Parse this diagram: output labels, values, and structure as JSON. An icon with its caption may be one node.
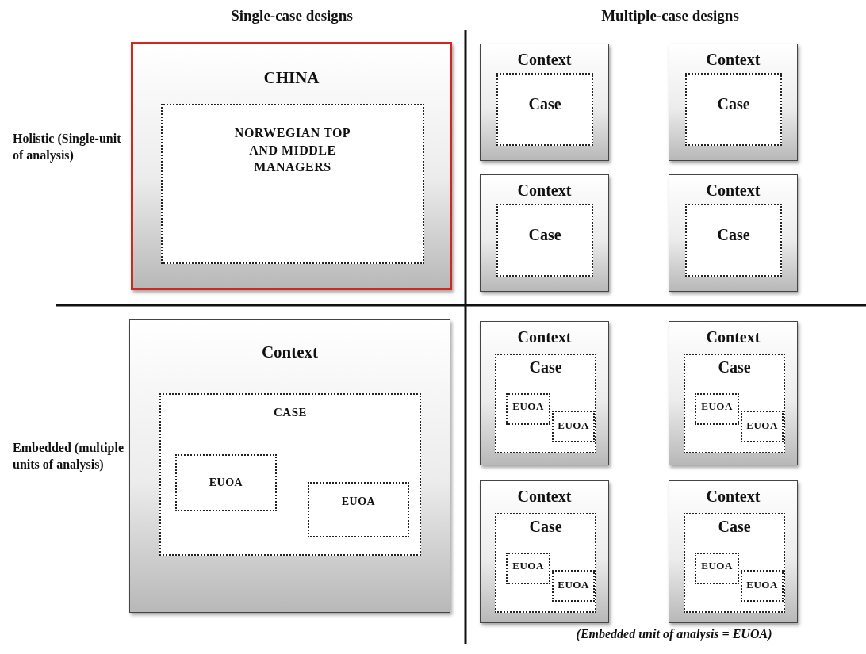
{
  "diagram": {
    "nodes": [
      {
        "text": [
          "CHINA"
        ]
      },
      {
        "text": [
          "NORWEGIAN TOP AND MIDDLE MANAGERS"
        ],
        "in": 0
      },
      {
        "text": [
          "Context"
        ]
      },
      {
        "text": [
          "Case"
        ],
        "in": 2
      },
      {
        "text": [
          "Context"
        ]
      },
      {
        "text": [
          "Case"
        ],
        "in": 4
      },
      {
        "text": [
          "Context"
        ]
      },
      {
        "text": [
          "Case"
        ],
        "in": 6
      },
      {
        "text": [
          "Context"
        ]
      },
      {
        "text": [
          "Case"
        ],
        "in": 8
      },
      {
        "text": [
          "Context"
        ]
      },
      {
        "text": [
          "CASE"
        ],
        "in": 10
      },
      {
        "text": [
          "EUOA"
        ],
        "in": 11
      },
      {
        "text": [
          "EUOA"
        ],
        "in": 11
      },
      {
        "text": [
          "Context"
        ]
      },
      {
        "text": [
          "Case"
        ],
        "in": 14
      },
      {
        "text": [
          "EUOA"
        ],
        "in": 15
      },
      {
        "text": [
          "EUOA"
        ],
        "in": 15
      },
      {
        "text": [
          "Context"
        ]
      },
      {
        "text": [
          "Case"
        ],
        "in": 18
      },
      {
        "text": [
          "EUOA"
        ],
        "in": 19
      },
      {
        "text": [
          "EUOA"
        ],
        "in": 19
      },
      {
        "text": [
          "Context"
        ]
      },
      {
        "text": [
          "Case"
        ],
        "in": 22
      },
      {
        "text": [
          "EUOA"
        ],
        "in": 23
      },
      {
        "text": [
          "EUOA"
        ],
        "in": 23
      },
      {
        "text": [
          "Context"
        ]
      },
      {
        "text": [
          "Case"
        ],
        "in": 26
      },
      {
        "text": [
          "EUOA"
        ],
        "in": 27
      },
      {
        "text": [
          "EUOA"
        ],
        "in": 27
      }
    ],
    "labels": [
      "Single-case designs",
      "Multiple-case designs",
      "Holistic (Single-unit of analysis)",
      "Embedded (multiple units of analysis)",
      "(Embedded unit of analysis = EUOA)"
    ]
  }
}
